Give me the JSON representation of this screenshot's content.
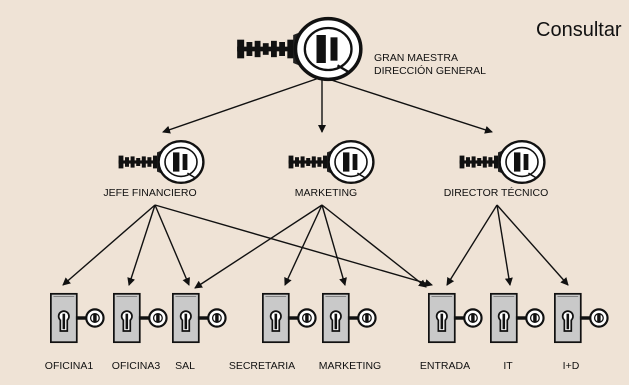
{
  "header": {
    "consult_label": "Consultar"
  },
  "master": {
    "line1": "GRAN MAESTRA",
    "line2": "DIRECCIÓN GENERAL"
  },
  "roles": [
    "JEFE FINANCIERO",
    "MARKETING",
    "DIRECTOR TÉCNICO"
  ],
  "doors": [
    "OFICINA1",
    "OFICINA3",
    "SAL",
    "SECRETARIA",
    "MARKETING",
    "ENTRADA",
    "IT",
    "I+D"
  ],
  "access": {
    "JEFE FINANCIERO": [
      "OFICINA1",
      "OFICINA3",
      "SAL",
      "ENTRADA"
    ],
    "MARKETING": [
      "SAL",
      "SECRETARIA",
      "MARKETING",
      "ENTRADA"
    ],
    "DIRECTOR TÉCNICO": [
      "ENTRADA",
      "IT",
      "I+D"
    ]
  },
  "colors": {
    "background": "#efe3d6",
    "ink": "#111111",
    "cylinder_face": "#c9c9c9"
  },
  "icons": {
    "key": "key-icon",
    "cylinder": "lock-cylinder-icon"
  }
}
